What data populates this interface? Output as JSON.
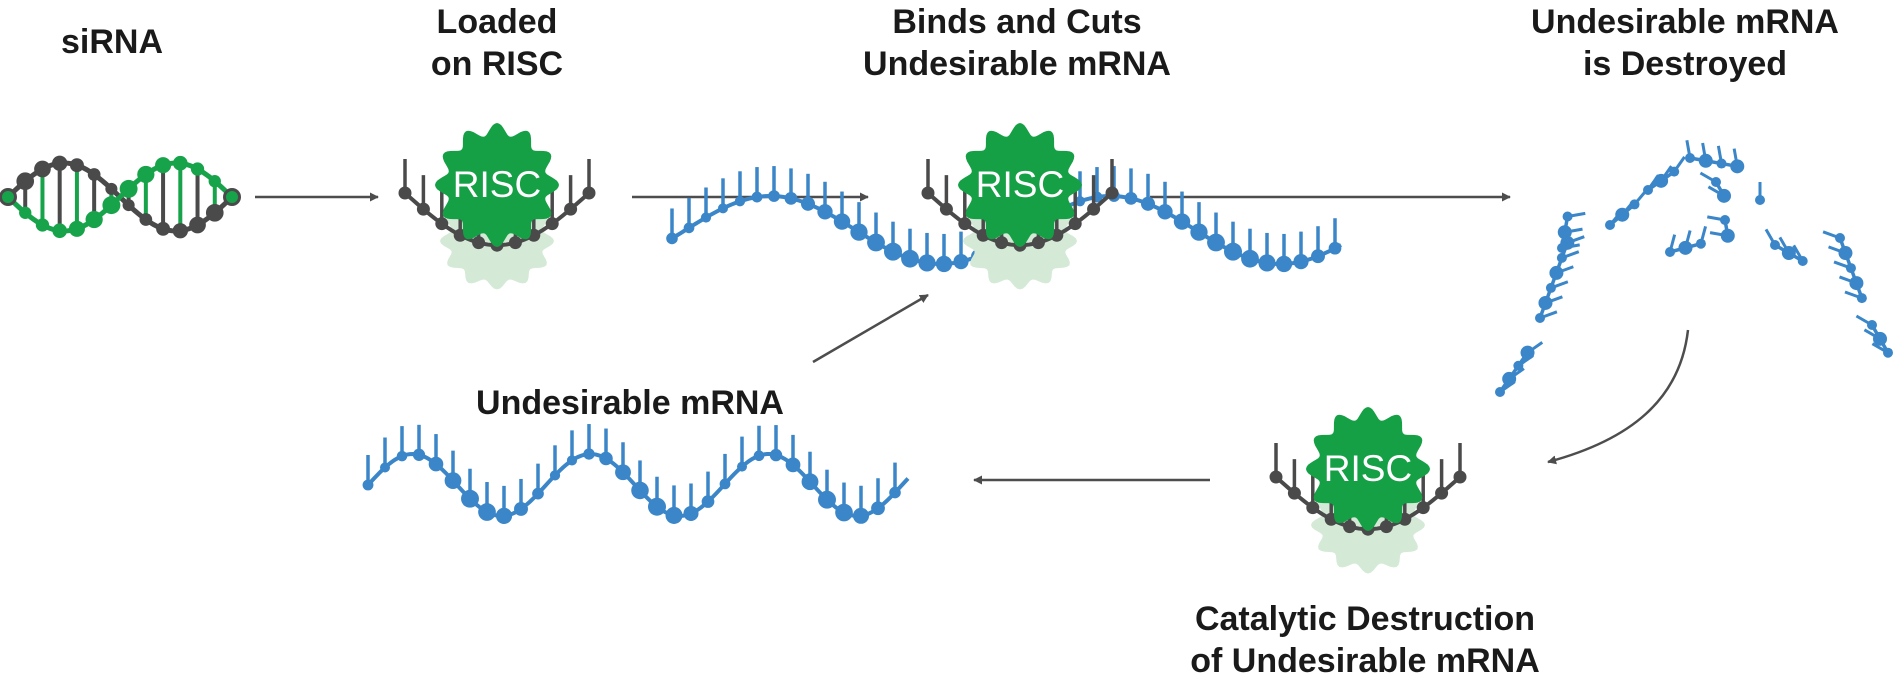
{
  "labels": {
    "sirna": [
      "siRNA"
    ],
    "loaded": [
      "Loaded",
      "on RISC"
    ],
    "binds": [
      "Binds and Cuts",
      "Undesirable mRNA"
    ],
    "destroyed": [
      "Undesirable mRNA",
      "is Destroyed"
    ],
    "undesirable": [
      "Undesirable mRNA"
    ],
    "catalytic": [
      "Catalytic Destruction",
      "of Undesirable mRNA"
    ]
  },
  "risc": {
    "label": "RISC"
  },
  "colors": {
    "green": "#17a34a",
    "risc": "#16a046",
    "risc_shadow": "#d4ead6",
    "dark": "#4a4a4a",
    "blue": "#3a86c8",
    "arrow": "#4d4d4d",
    "text": "#1a1a1a"
  }
}
